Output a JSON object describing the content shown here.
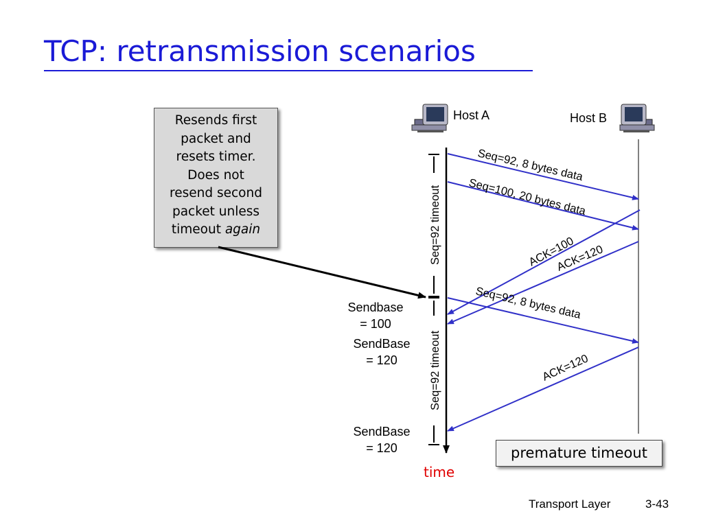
{
  "title": "TCP: retransmission scenarios",
  "note": {
    "lines": [
      "Resends first",
      "packet and",
      "resets timer.",
      "Does not",
      "resend second",
      "packet unless",
      "timeout "
    ],
    "emphasis": "again"
  },
  "hosts": {
    "a": "Host A",
    "b": "Host B"
  },
  "messages": {
    "seq92_first": "Seq=92, 8 bytes data",
    "seq100": "Seq=100, 20 bytes data",
    "ack100": "ACK=100",
    "ack120_first": "ACK=120",
    "seq92_retx": "Seq=92, 8 bytes data",
    "ack120_second": "ACK=120"
  },
  "timeouts": {
    "first": "Seq=92 timeout",
    "second": "Seq=92 timeout"
  },
  "sendbase": {
    "first": [
      "Sendbase",
      "= 100"
    ],
    "second": [
      "SendBase",
      "= 120"
    ],
    "third": [
      "SendBase",
      "= 120"
    ]
  },
  "time_label": "time",
  "scenario_label": "premature timeout",
  "footer": {
    "section": "Transport Layer",
    "page": "3-43"
  },
  "colors": {
    "title": "#1a1ad6",
    "arrow": "#3030c8",
    "time": "#e00000"
  },
  "icons": [
    "computer-icon-host-a",
    "computer-icon-host-b"
  ]
}
